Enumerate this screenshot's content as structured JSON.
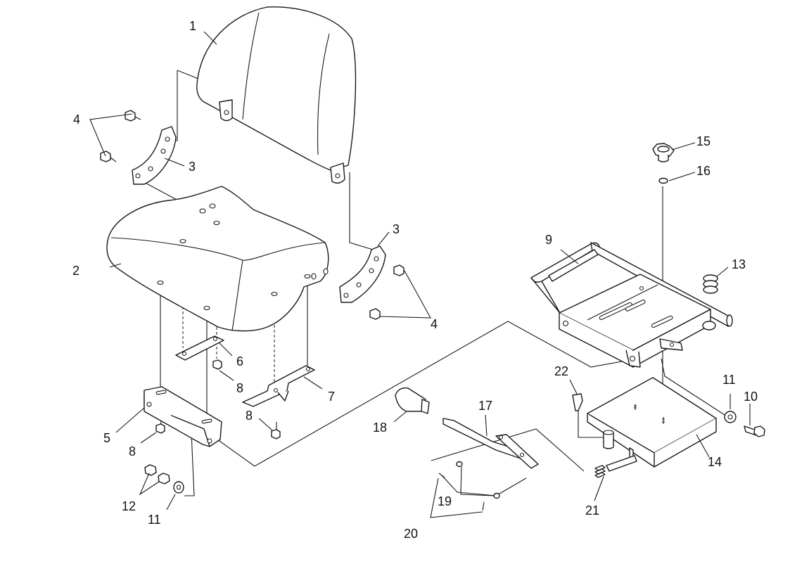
{
  "diagram": {
    "background": "#ffffff",
    "line_color": "#1a1a1a",
    "callouts": [
      "1",
      "2",
      "3",
      "3",
      "4",
      "4",
      "5",
      "6",
      "7",
      "8",
      "8",
      "8",
      "9",
      "10",
      "11",
      "11",
      "12",
      "13",
      "14",
      "15",
      "16",
      "17",
      "18",
      "19",
      "20",
      "21",
      "22"
    ],
    "parts": [
      {
        "id": "1",
        "part": "seat-backrest"
      },
      {
        "id": "2",
        "part": "seat-cushion"
      },
      {
        "id": "3",
        "part": "backrest-bracket"
      },
      {
        "id": "4",
        "part": "bolt"
      },
      {
        "id": "5",
        "part": "seat-bracket"
      },
      {
        "id": "6",
        "part": "plate"
      },
      {
        "id": "7",
        "part": "plate"
      },
      {
        "id": "8",
        "part": "bolt"
      },
      {
        "id": "9",
        "part": "seat-frame"
      },
      {
        "id": "10",
        "part": "bolt"
      },
      {
        "id": "11",
        "part": "washer"
      },
      {
        "id": "12",
        "part": "nut"
      },
      {
        "id": "13",
        "part": "spring"
      },
      {
        "id": "14",
        "part": "base-plate"
      },
      {
        "id": "15",
        "part": "knob"
      },
      {
        "id": "16",
        "part": "washer"
      },
      {
        "id": "17",
        "part": "lever"
      },
      {
        "id": "18",
        "part": "grip"
      },
      {
        "id": "19",
        "part": "washer"
      },
      {
        "id": "20",
        "part": "pin"
      },
      {
        "id": "21",
        "part": "spring"
      },
      {
        "id": "22",
        "part": "pin"
      }
    ]
  }
}
